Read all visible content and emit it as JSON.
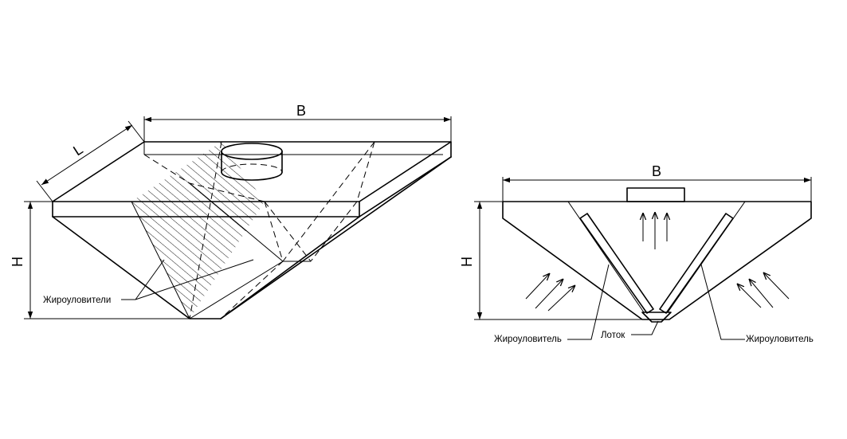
{
  "left_view": {
    "dim_width": "B",
    "dim_depth": "L",
    "dim_height": "H",
    "label_filters": "Жироуловители"
  },
  "right_view": {
    "dim_width": "B",
    "dim_height": "H",
    "label_filter_left": "Жироуловитель",
    "label_tray": "Лоток",
    "label_filter_right": "Жироуловитель"
  }
}
